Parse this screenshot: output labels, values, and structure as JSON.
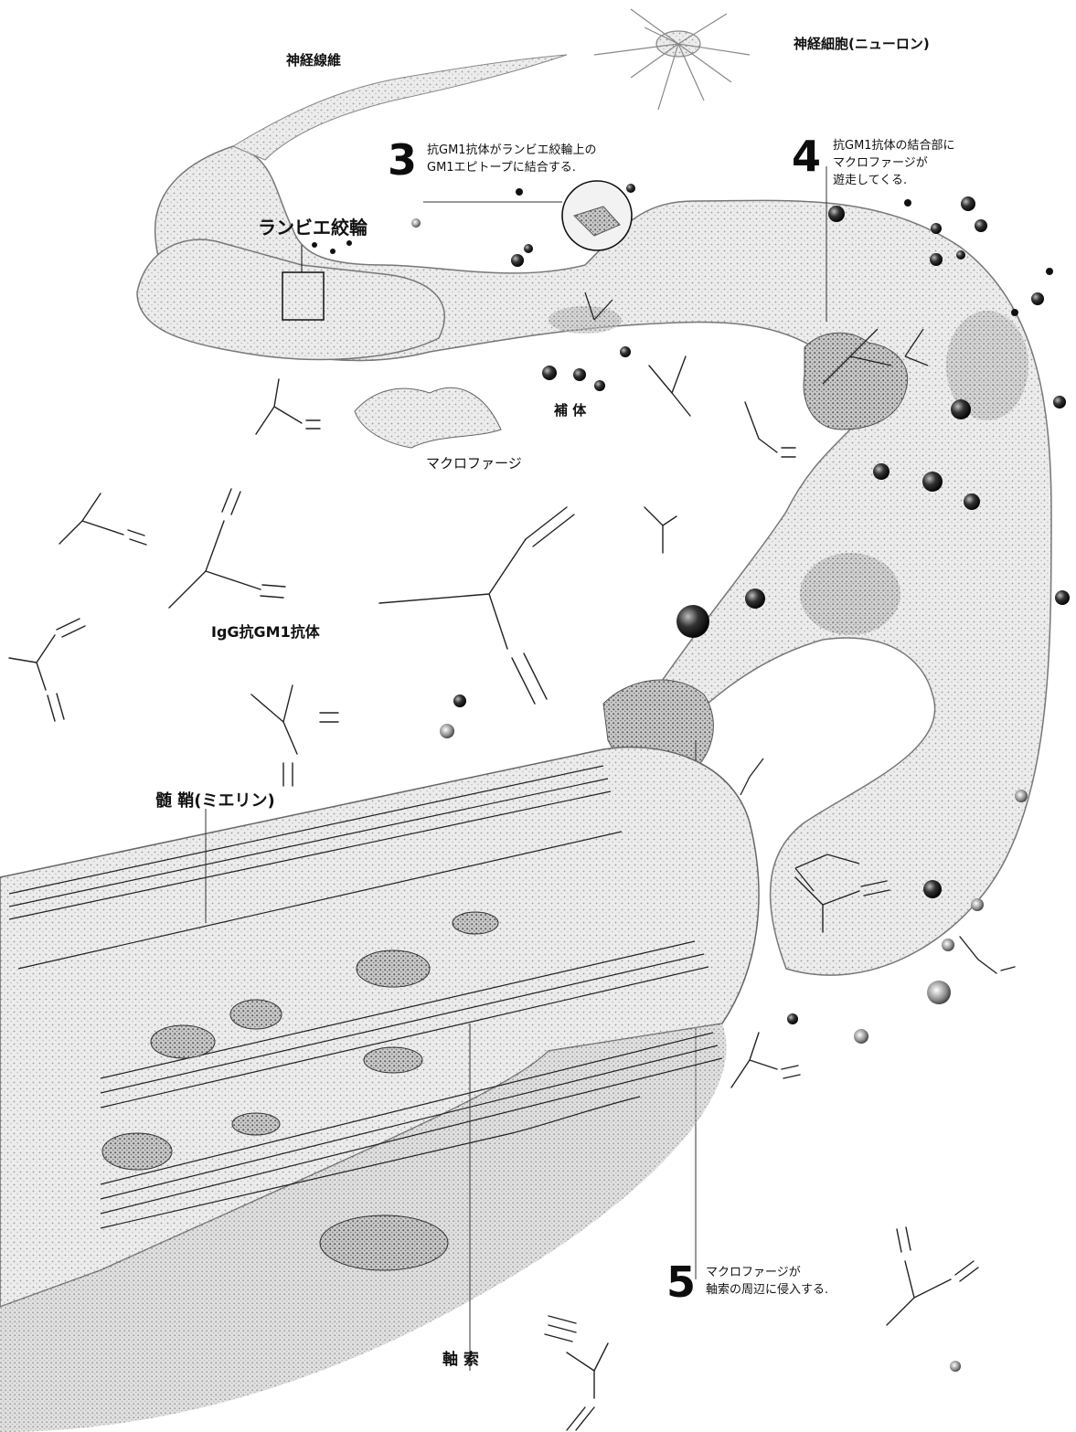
{
  "labels": {
    "nerve_fiber": "神経線維",
    "neuron": "神経細胞(ニューロン)",
    "node_of_ranvier": "ランビエ絞輪",
    "complement": "補 体",
    "macrophage": "マクロファージ",
    "igg_antibody": "IgG抗GM1抗体",
    "myelin": "髄 鞘(ミエリン)",
    "axon": "軸 索"
  },
  "steps": [
    {
      "number": "3",
      "lines": [
        "抗GM1抗体がランビエ絞輪上の",
        "GM1エピトープに結合する."
      ]
    },
    {
      "number": "4",
      "lines": [
        "抗GM1抗体の結合部に",
        "マクロファージが",
        "遊走してくる."
      ]
    },
    {
      "number": "5",
      "lines": [
        "マクロファージが",
        "軸索の周辺に侵入する."
      ]
    }
  ],
  "colors": {
    "ink": "#111111",
    "fiber_fill": "#e6e6e6",
    "fiber_shade": "#9a9a9a",
    "paper": "#ffffff"
  }
}
